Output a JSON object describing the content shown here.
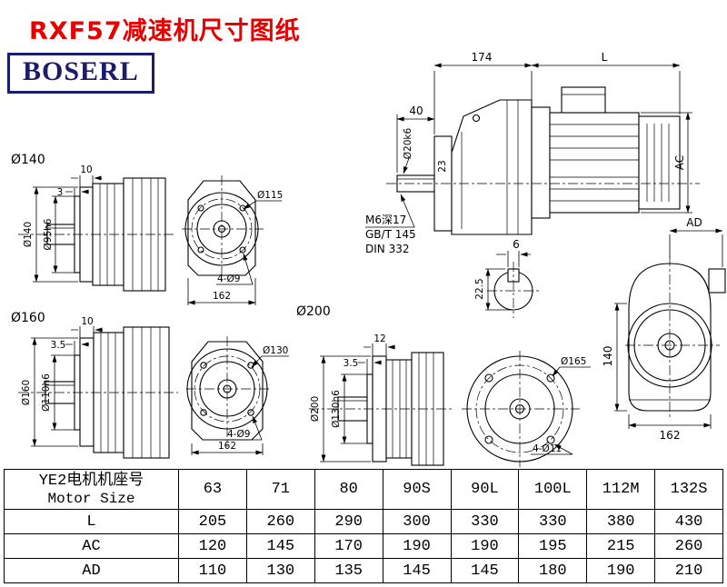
{
  "page": {
    "title": "RXF57减速机尺寸图纸",
    "logo": "BOSERL"
  },
  "main_view": {
    "dim_174": "174",
    "dim_L": "L",
    "dim_40": "40",
    "dim_shaft": "Ø20k6",
    "dim_23": "23",
    "dim_AC": "AC",
    "note_m6": "M6深17",
    "note_gbt": "GB/T 145",
    "note_din": "DIN 332"
  },
  "rear_view": {
    "dim_AD": "AD",
    "dim_140": "140",
    "dim_162": "162"
  },
  "shaft_detail": {
    "dim_6": "6",
    "dim_22_5": "22.5"
  },
  "flange140": {
    "label": "Ø140",
    "dim_10": "10",
    "dim_3": "3",
    "dim_d140": "Ø140",
    "dim_d95": "Ø95h6",
    "dim_d115": "Ø115",
    "dim_holes": "4-Ø9",
    "dim_162": "162"
  },
  "flange160": {
    "label": "Ø160",
    "dim_10": "10",
    "dim_3_5": "3.5",
    "dim_d160": "Ø160",
    "dim_d110": "Ø110h6",
    "dim_d130": "Ø130",
    "dim_holes": "4-Ø9",
    "dim_162": "162"
  },
  "flange200": {
    "label": "Ø200",
    "dim_12": "12",
    "dim_3_5": "3.5",
    "dim_d200": "Ø200",
    "dim_d130": "Ø130h6",
    "dim_d165": "Ø165",
    "dim_holes": "4-Ø11"
  },
  "table": {
    "header_cn": "YE2电机机座号",
    "header_en": "Motor Size",
    "sizes": [
      "63",
      "71",
      "80",
      "90S",
      "90L",
      "100L",
      "112M",
      "132S"
    ],
    "rows": [
      {
        "label": "L",
        "values": [
          "205",
          "260",
          "290",
          "300",
          "330",
          "330",
          "380",
          "430"
        ]
      },
      {
        "label": "AC",
        "values": [
          "120",
          "145",
          "170",
          "190",
          "190",
          "195",
          "215",
          "260"
        ]
      },
      {
        "label": "AD",
        "values": [
          "110",
          "130",
          "135",
          "145",
          "145",
          "180",
          "190",
          "210"
        ]
      }
    ]
  }
}
